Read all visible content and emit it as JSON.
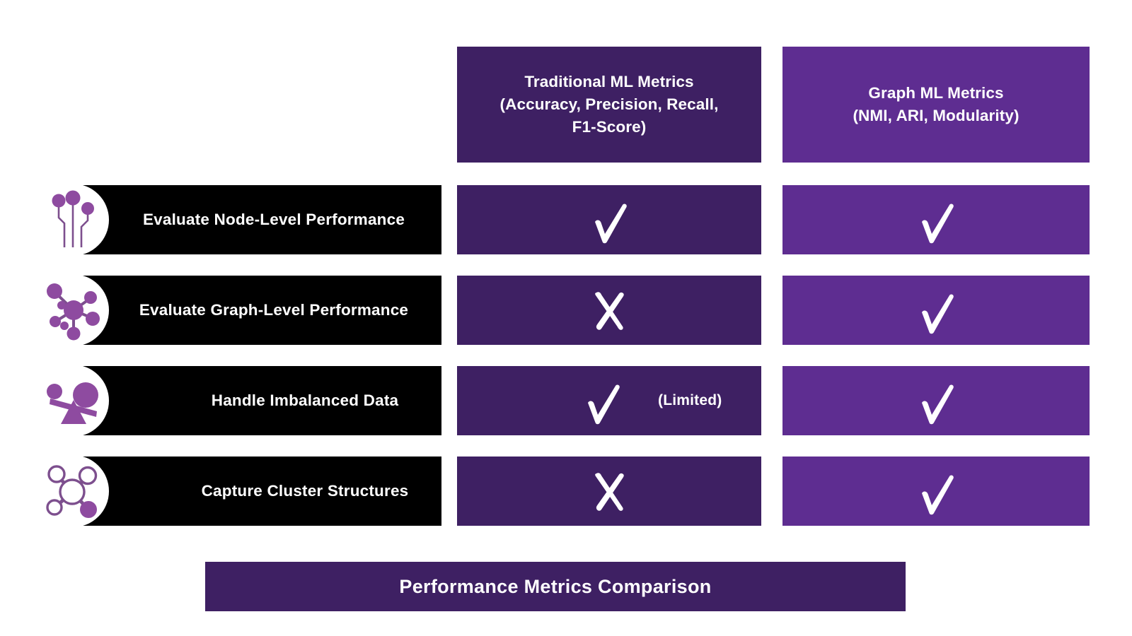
{
  "columns": [
    {
      "title": "Traditional ML Metrics\n(Accuracy, Precision, Recall,\nF1-Score)",
      "color": "#3E2063"
    },
    {
      "title": "Graph ML Metrics\n(NMI, ARI, Modularity)",
      "color": "#5E2D91"
    }
  ],
  "rows": [
    {
      "label": "Evaluate Node-Level Performance",
      "icon": "node-probe-icon",
      "traditional": {
        "mark": "check",
        "note": ""
      },
      "graph": {
        "mark": "check",
        "note": ""
      }
    },
    {
      "label": "Evaluate Graph-Level Performance",
      "icon": "graph-network-icon",
      "traditional": {
        "mark": "cross",
        "note": ""
      },
      "graph": {
        "mark": "check",
        "note": ""
      }
    },
    {
      "label": "Handle Imbalanced Data",
      "icon": "imbalanced-scale-icon",
      "traditional": {
        "mark": "check",
        "note": "(Limited)"
      },
      "graph": {
        "mark": "check",
        "note": ""
      }
    },
    {
      "label": "Capture Cluster Structures",
      "icon": "molecule-cluster-icon",
      "traditional": {
        "mark": "cross",
        "note": ""
      },
      "graph": {
        "mark": "check",
        "note": ""
      }
    }
  ],
  "banner": {
    "title": "Performance Metrics Comparison"
  },
  "theme": {
    "dark_purple": "#3E2063",
    "bright_purple": "#5E2D91",
    "icon_purple": "#8E4BA0",
    "label_black": "#000000",
    "text_white": "#FFFFFF",
    "background": "#FFFFFF"
  }
}
